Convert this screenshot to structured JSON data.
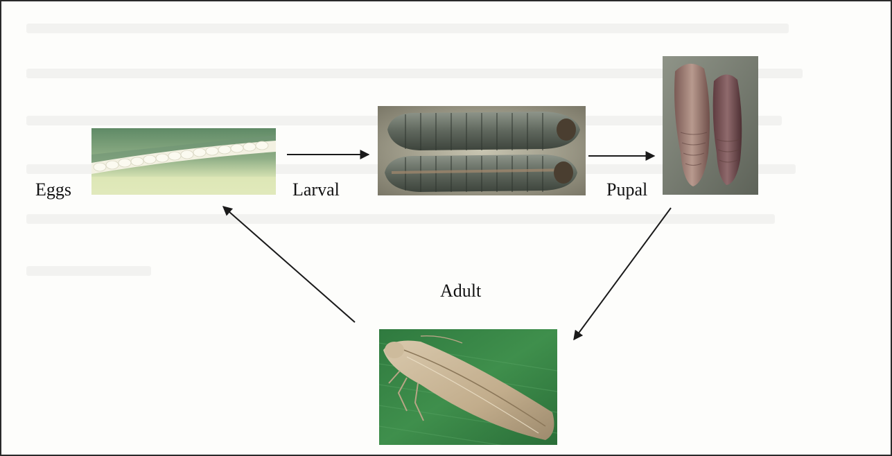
{
  "diagram": {
    "stages": {
      "eggs": {
        "label": "Eggs"
      },
      "larval": {
        "label": "Larval"
      },
      "pupal": {
        "label": "Pupal"
      },
      "adult": {
        "label": "Adult"
      }
    },
    "colors": {
      "arrow": "#1a1a1a",
      "border": "#2a2a2a"
    }
  }
}
